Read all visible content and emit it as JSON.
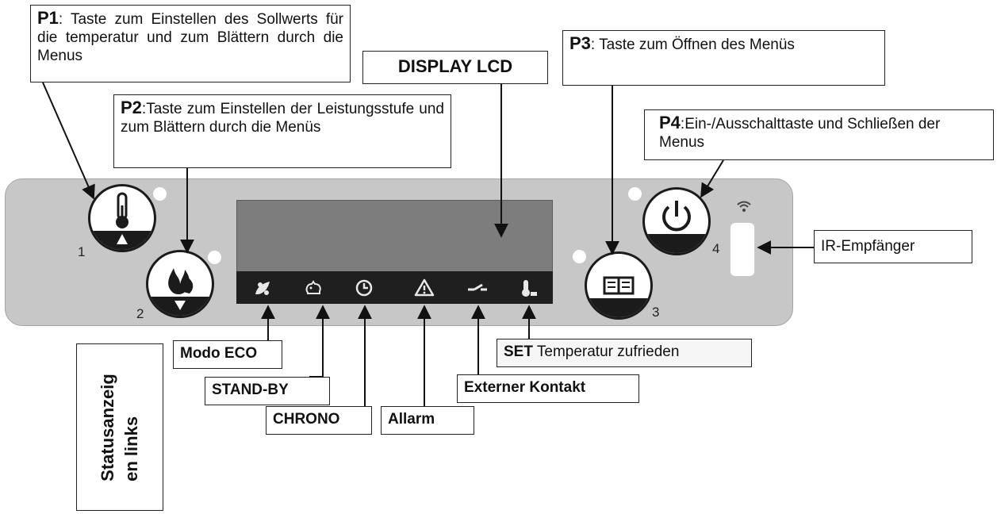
{
  "callouts": {
    "p1": {
      "key": "P1",
      "text": ": Taste zum Einstellen des Sollwerts für die temperatur und zum Blättern durch die Menus"
    },
    "p2": {
      "key": "P2",
      "text": ":Taste zum Einstellen der Leistungsstufe und zum Blättern durch die Menüs"
    },
    "p3": {
      "key": "P3",
      "text": ": Taste zum Öffnen des Menüs"
    },
    "p4": {
      "key": "P4",
      "text": ":Ein-/Ausschalttaste und Schließen der Menus"
    },
    "display": "DISPLAY LCD",
    "ir": "IR-Empfänger"
  },
  "button_numbers": {
    "b1": "1",
    "b2": "2",
    "b3": "3",
    "b4": "4"
  },
  "status_labels": {
    "eco": "Modo ECO",
    "standby": "STAND-BY",
    "chrono": "CHRONO",
    "alarm": "Allarm",
    "external": "Externer Kontakt",
    "set_key": "SET",
    "set_text": " Temperatur zufrieden"
  },
  "status_note": {
    "line1": "Statusanzeig",
    "line2": "en links"
  },
  "status_icons": [
    "eco-icon",
    "standby-icon",
    "chrono-icon",
    "alarm-icon",
    "external-contact-icon",
    "set-temperature-icon"
  ],
  "colors": {
    "panel": "#c7c7c7",
    "lcd": "#7d7d7d",
    "icon_strip": "#1f1f1f",
    "button_band": "#1b1b1b"
  }
}
